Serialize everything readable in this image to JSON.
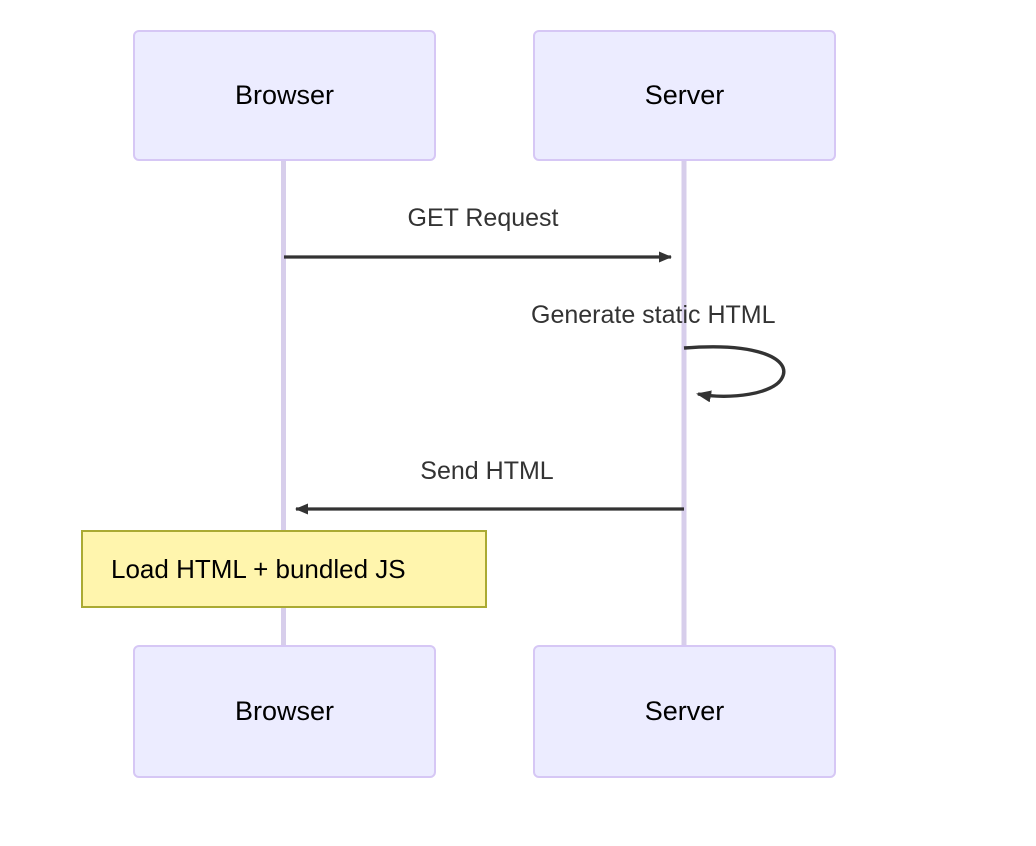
{
  "diagram": {
    "type": "sequence-diagram",
    "title": "",
    "background_color": "#ffffff",
    "actor_fill_color": "#ececff",
    "actor_border_color": "#d6c7f5",
    "lifeline_color": "#d7ceeb",
    "arrow_color": "#333333",
    "note_fill_color": "#fff5ad",
    "note_border_color": "#aaaa33"
  },
  "participants": [
    {
      "id": "browser",
      "label": "Browser"
    },
    {
      "id": "server",
      "label": "Server"
    }
  ],
  "participants_bottom": [
    {
      "id": "browser-bottom",
      "label": "Browser"
    },
    {
      "id": "server-bottom",
      "label": "Server"
    }
  ],
  "messages": [
    {
      "id": "msg-get-request",
      "label": "GET Request",
      "from": "browser",
      "to": "server",
      "direction": "right",
      "style": "solid"
    },
    {
      "id": "msg-generate-static-html",
      "label": "Generate static HTML",
      "from": "server",
      "to": "server",
      "direction": "self-loop",
      "style": "solid"
    },
    {
      "id": "msg-send-html",
      "label": "Send HTML",
      "from": "server",
      "to": "browser",
      "direction": "left",
      "style": "solid"
    }
  ],
  "notes": [
    {
      "id": "note-load-html",
      "label": "Load HTML + bundled JS",
      "over": "browser",
      "placement": "over"
    }
  ]
}
